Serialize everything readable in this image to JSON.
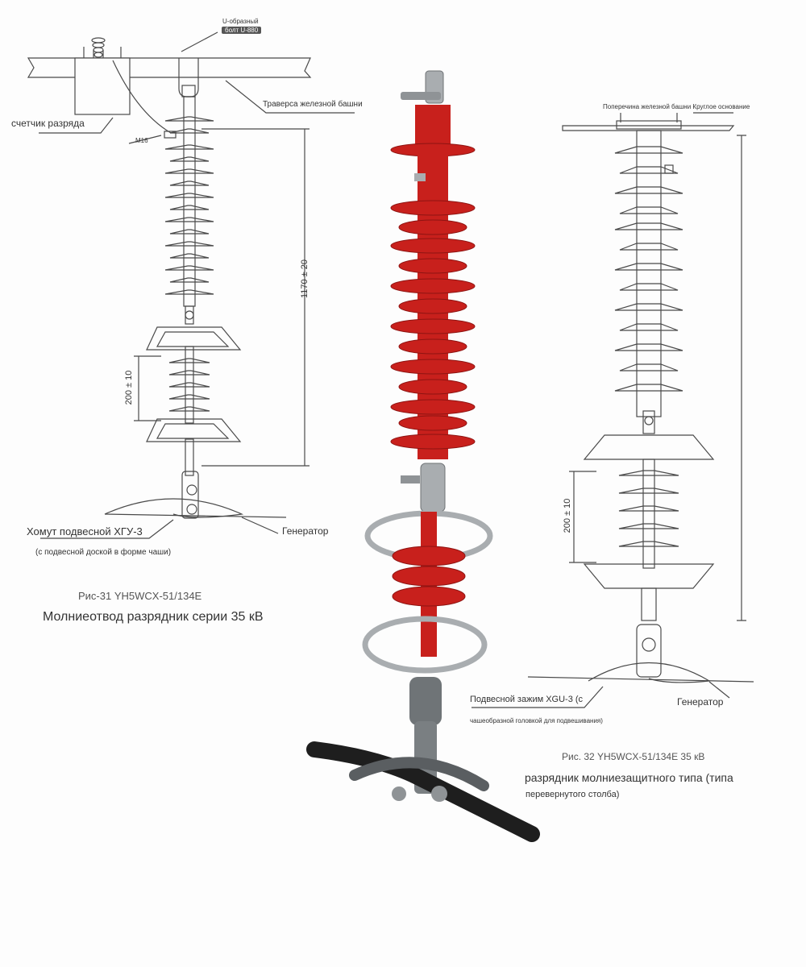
{
  "left_figure": {
    "u_bolt_label": "U-образный",
    "u_bolt_code": "болт U-880",
    "discharge_counter_label": "счетчик разряда",
    "tower_cross_arm_label": "Траверса железной башни",
    "bolt_label": "M16",
    "dimension_total": "1170 ± 20",
    "dimension_ring": "200 ± 10",
    "clamp_label": "Хомут подвесной XГУ-3",
    "clamp_note": "(с подвесной доской в форме чаши)",
    "generator_label": "Генератор",
    "figure_caption": "Рис-31 YH5WCX-51/134E",
    "figure_title": "Молниеотвод разрядник серии 35 кВ"
  },
  "right_figure": {
    "cross_arm_label": "Поперечина железной башни Круглое основание",
    "dimension_ring": "200 ± 10",
    "clamp_label": "Подвесной зажим XGU-3 (с",
    "clamp_note": "чашеобразной головкой для подвешивания)",
    "generator_label": "Генератор",
    "figure_caption": "Рис. 32 YH5WCX-51/134E 35 кВ",
    "figure_title_line1": "разрядник молниезащитного типа (типа",
    "figure_title_line2": "перевернутого столба)"
  },
  "colors": {
    "line_art": "#4a4a4a",
    "insulator_red": "#c8201c",
    "insulator_dark": "#8e1412",
    "metal": "#a9adb0",
    "cable": "#1e1e1e"
  }
}
